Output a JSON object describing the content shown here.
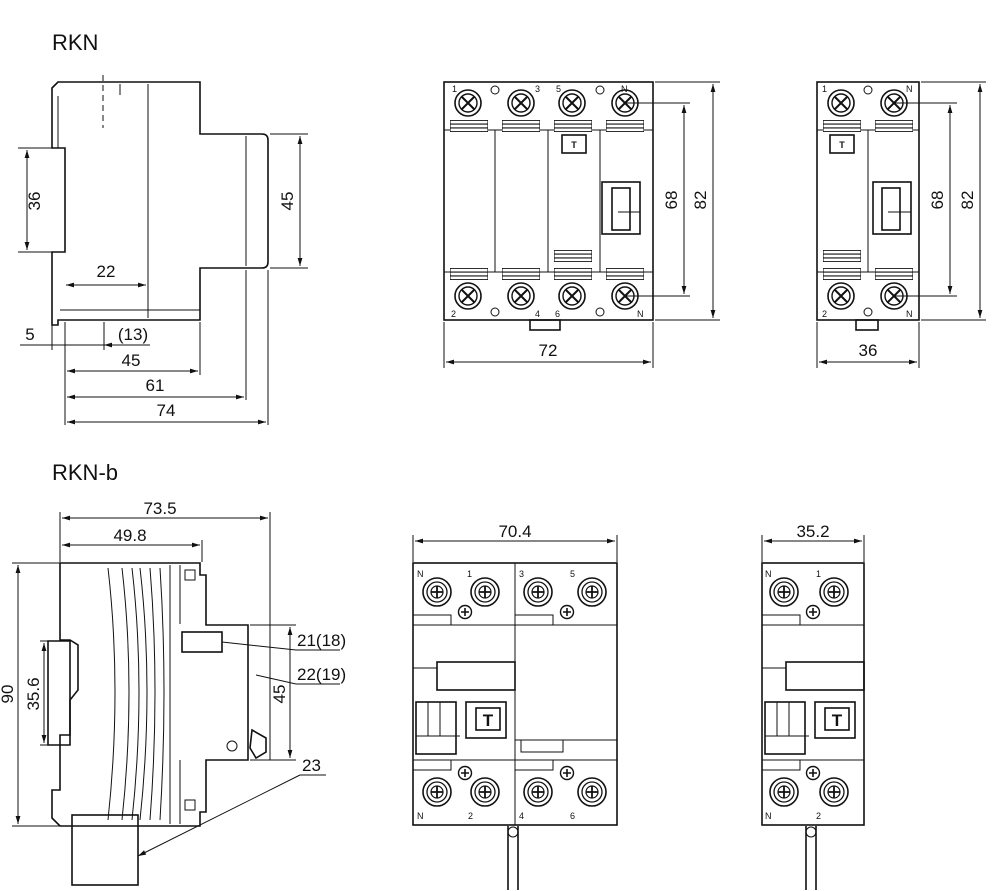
{
  "titles": {
    "top": "RKN",
    "bottom": "RKN-b"
  },
  "rkn_side": {
    "dims": {
      "d36": "36",
      "d45": "45",
      "d22": "22",
      "d5": "5",
      "d13": "(13)",
      "d45b": "45",
      "d61": "61",
      "d74": "74"
    }
  },
  "rkn_front4": {
    "dims": {
      "d68": "68",
      "d82": "82",
      "d72": "72"
    },
    "terminals": {
      "t1": "1",
      "t3": "3",
      "t5": "5",
      "tN": "N",
      "t2": "2",
      "t4": "4",
      "t6": "6",
      "tN2": "N"
    },
    "test": "T"
  },
  "rkn_front2": {
    "dims": {
      "d68": "68",
      "d82": "82",
      "d36": "36"
    },
    "terminals": {
      "t1": "1",
      "tN": "N",
      "t2": "2",
      "tN2": "N"
    },
    "test": "T"
  },
  "rknb_side": {
    "dims": {
      "d735": "73.5",
      "d498": "49.8",
      "d90": "90",
      "d356": "35.6",
      "d45": "45",
      "d21": "21(18)",
      "d22": "22(19)",
      "d23": "23"
    }
  },
  "rknb_front4": {
    "dims": {
      "d704": "70.4"
    },
    "terminals": {
      "tN": "N",
      "t1": "1",
      "t3": "3",
      "t5": "5",
      "tN2": "N",
      "t2": "2",
      "t4": "4",
      "t6": "6"
    },
    "test": "T"
  },
  "rknb_front2": {
    "dims": {
      "d352": "35.2"
    },
    "terminals": {
      "tN": "N",
      "t1": "1",
      "tN2": "N",
      "t2": "2"
    },
    "test": "T"
  }
}
